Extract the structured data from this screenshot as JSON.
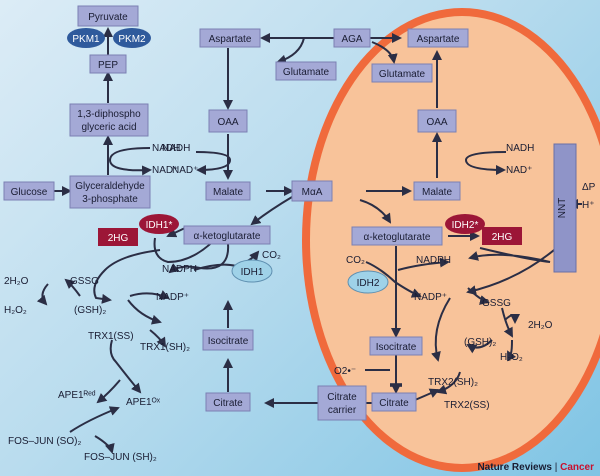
{
  "labels": {
    "pyruvate": "Pyruvate",
    "pkm1": "PKM1",
    "pkm2": "PKM2",
    "pep": "PEP",
    "diphospho_line1": "1,3-diphospho",
    "diphospho_line2": "glyceric acid",
    "nadh": "NADH",
    "nad_plus": "NAD⁺",
    "glucose": "Glucose",
    "g3p_line1": "Glyceraldehyde",
    "g3p_line2": "3-phosphate",
    "aspartate": "Aspartate",
    "glutamate": "Glutamate",
    "aga": "AGA",
    "oaa": "OAA",
    "malate": "Malate",
    "maa": "MαA",
    "akg": "α-ketoglutarate",
    "idh1_mut": "IDH1*",
    "idh2_mut": "IDH2*",
    "idh1": "IDH1",
    "idh2": "IDH2",
    "hg2": "2HG",
    "nadph": "NADPH",
    "nadp_plus": "NADP⁺",
    "co2": "CO₂",
    "h2o_2": "2H₂O",
    "h2o2": "H₂O₂",
    "gssg": "GSSG",
    "gsh2": "(GSH)₂",
    "trx1ss": "TRX1(SS)",
    "trx1sh2": "TRX1(SH)₂",
    "ape1red": "APE1ᴿᵉᵈ",
    "ape1ox": "APE1ᴼˣ",
    "fos_so2": "FOS–JUN (SO)₂",
    "fos_sh2": "FOS–JUN (SH)₂",
    "isocitrate": "Isocitrate",
    "citrate": "Citrate",
    "citrate_carrier_line1": "Citrate",
    "citrate_carrier_line2": "carrier",
    "o2_radical": "O2•⁻",
    "trx2sh2": "TRX2(SH)₂",
    "trx2ss": "TRX2(SS)",
    "nnt": "NNT",
    "delta_p": "ΔP",
    "h_plus": "H⁺"
  },
  "credit": {
    "journal": "Nature Reviews",
    "separator": " | ",
    "section": "Cancer"
  },
  "colors": {
    "mito_fill": "#f8c39a",
    "mito_border": "#f06a3c",
    "enzyme_oval": "#2f5a9c",
    "mutant_red": "#9c1637",
    "idh_light": "#9fd2e8",
    "credit_accent": "#c8102e"
  }
}
